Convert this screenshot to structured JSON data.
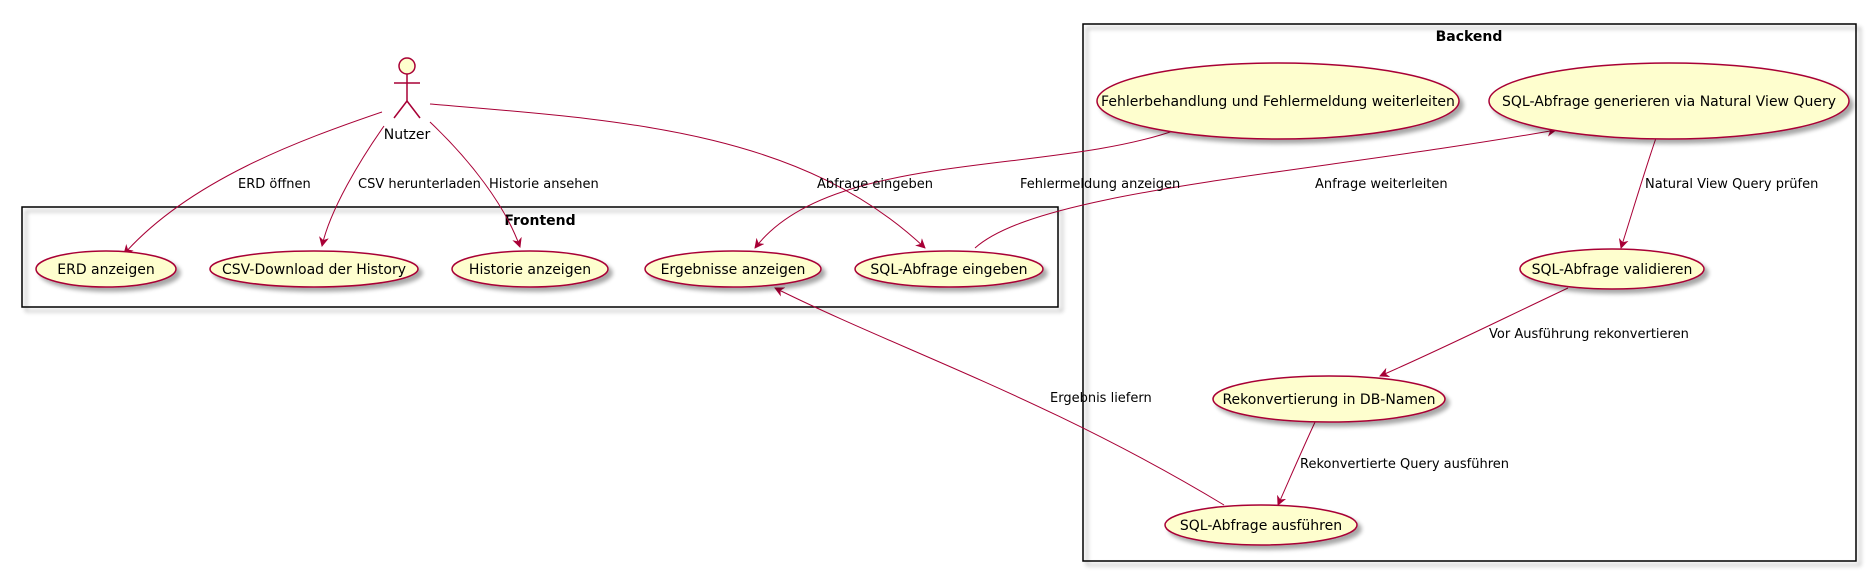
{
  "colors": {
    "usecase_fill": "#FEFECE",
    "stroke": "#A80036",
    "box_stroke": "#000000",
    "arrow": "#A80036",
    "shadow": "#BDBDBD"
  },
  "actor": {
    "label": "Nutzer"
  },
  "frontend": {
    "title": "Frontend",
    "usecases": {
      "erd": "ERD anzeigen",
      "csv": "CSV-Download der History",
      "historie": "Historie anzeigen",
      "ergebnisse": "Ergebnisse anzeigen",
      "sql_eingeben": "SQL-Abfrage eingeben"
    }
  },
  "backend": {
    "title": "Backend",
    "usecases": {
      "fehler": "Fehlerbehandlung und Fehlermeldung weiterleiten",
      "generieren": "SQL-Abfrage generieren via Natural View Query",
      "validieren": "SQL-Abfrage validieren",
      "rekonvertierung": "Rekonvertierung in DB-Namen",
      "ausfuehren": "SQL-Abfrage ausführen"
    }
  },
  "edges": {
    "erd_oeffnen": "ERD öffnen",
    "csv_herunterladen": "CSV herunterladen",
    "historie_ansehen": "Historie ansehen",
    "abfrage_eingeben": "Abfrage eingeben",
    "fehlermeldung_anzeigen": "Fehlermeldung anzeigen",
    "anfrage_weiterleiten": "Anfrage weiterleiten",
    "nvq_pruefen": "Natural View Query prüfen",
    "vor_ausfuehrung": "Vor Ausführung rekonvertieren",
    "rekonvertierte_query": "Rekonvertierte Query ausführen",
    "ergebnis_liefern": "Ergebnis liefern"
  }
}
